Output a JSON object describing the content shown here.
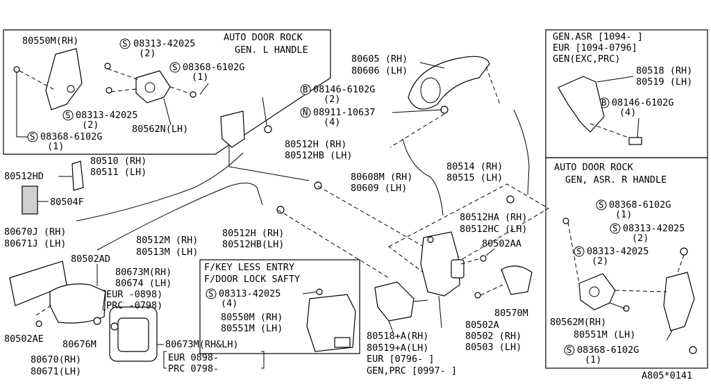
{
  "groups": {
    "auto_door_lock_l": {
      "title1": "AUTO DOOR ROCK",
      "title2": "GEN. L HANDLE",
      "p80550m": "80550M(RH)",
      "s08313_top": "08313-42025",
      "s08313_top_q": "(2)",
      "s08368_a": "08368-6102G",
      "s08368_a_q": "(1)",
      "s08313_b": "08313-42025",
      "s08313_b_q": "(2)",
      "p80562n": "80562N(LH)",
      "s08368_b": "08368-6102G",
      "s08368_b_q": "(1)"
    },
    "gen_asr": {
      "l1": "GEN.ASR [1094-      ]",
      "l2": "EUR [1094-0796]",
      "l3": "GEN(EXC,PRC)",
      "p80518": "80518 (RH)",
      "p80519": "80519 (LH)",
      "b08146": "08146-6102G",
      "b08146_q": "(4)"
    },
    "auto_door_lock_r": {
      "title1": "AUTO DOOR ROCK",
      "title2": "GEN, ASR. R HANDLE",
      "s08368_a": "08368-6102G",
      "s08368_a_q": "(1)",
      "s08313_a": "08313-42025",
      "s08313_a_q": "(2)",
      "s08313_b": "08313-42025",
      "s08313_b_q": "(2)",
      "p80562m": "80562M(RH)",
      "p80551m": "80551M (LH)",
      "s08368_b": "08368-6102G",
      "s08368_b_q": "(1)"
    },
    "keyless": {
      "title1": "F/KEY LESS ENTRY",
      "title2": "F/DOOR LOCK SAFTY",
      "s08313": "08313-42025",
      "s08313_q": "(4)",
      "p80550m": "80550M (RH)",
      "p80551m": "80551M (LH)"
    }
  },
  "labels": {
    "p80605": "80605 (RH)",
    "p80606": "80606 (LH)",
    "b08146": "08146-6102G",
    "b08146_q": "(2)",
    "n08911": "08911-10637",
    "n08911_q": "(4)",
    "p80510": "80510 (RH)",
    "p80511": "80511 (LH)",
    "p80512h_a": "80512H  (RH)",
    "p80512hb_a": "80512HB (LH)",
    "p80512hd": "80512HD",
    "p80504f": "80504F",
    "p80608m": "80608M (RH)",
    "p80609": "80609  (LH)",
    "p80514": "80514 (RH)",
    "p80515": "80515 (LH)",
    "p80670j": "80670J (RH)",
    "p80671j": "80671J (LH)",
    "p80512m": "80512M (RH)",
    "p80513m": "80513M (LH)",
    "p80512h_b": "80512H  (RH)",
    "p80512hb_b": "80512HB(LH)",
    "p80512ha": "80512HA (RH)",
    "p80512hc": "80512HC (LH)",
    "p80502ad": "80502AD",
    "p80673m": "80673M(RH)",
    "p80674": "80674 (LH)",
    "eur_a": "EUR    -0898)",
    "prc_a": "PRC    -0798)",
    "p80502aa": "80502AA",
    "p80570m": "80570M",
    "p80502ae": "80502AE",
    "p80676m": "80676M",
    "p80673m_b": "80673M(RH&LH)",
    "eur_b": "EUR 0898-",
    "prc_b": "PRC 0798-",
    "p80670": "80670(RH)",
    "p80671": "80671(LH)",
    "p80518a": "80518+A(RH)",
    "p80519a": "80519+A(LH)",
    "eur_c": "EUR [0796-      ]",
    "gen_prc": "GEN,PRC [0997-      ]",
    "p80502a": "80502A",
    "p80502": "80502 (RH)",
    "p80503": "80503 (LH)",
    "ref": "A805*0141"
  },
  "markers": {
    "s": "S",
    "b": "B",
    "n": "N"
  }
}
